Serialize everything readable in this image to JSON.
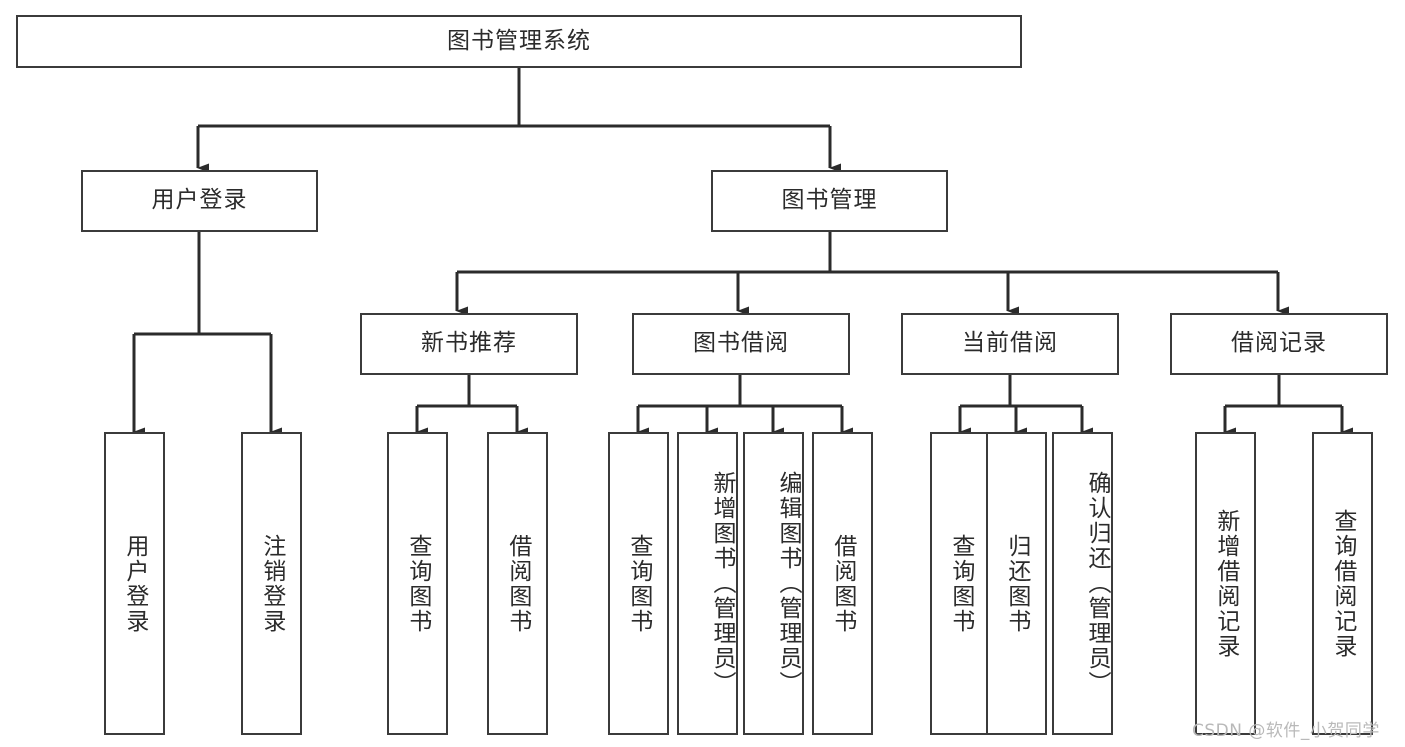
{
  "diagram": {
    "type": "tree-hierarchy-chart",
    "title": "图书管理系统",
    "orientation": "top-down",
    "colors": {
      "box_border": "#3b3b3b",
      "box_fill": "#ffffff",
      "connector": "#2b2b2b",
      "text": "#2b2b2b",
      "watermark": "#b9b9b9",
      "background": "#ffffff"
    }
  },
  "root": {
    "label": "图书管理系统"
  },
  "level2": [
    {
      "label": "用户登录"
    },
    {
      "label": "图书管理"
    }
  ],
  "level3": [
    {
      "label": "新书推荐"
    },
    {
      "label": "图书借阅"
    },
    {
      "label": "当前借阅"
    },
    {
      "label": "借阅记录"
    }
  ],
  "leaves": {
    "user_login": [
      {
        "label": "用户登录"
      },
      {
        "label": "注销登录"
      }
    ],
    "new_book_recommend": [
      {
        "label": "查询图书"
      },
      {
        "label": "借阅图书"
      }
    ],
    "book_borrow": [
      {
        "label": "查询图书"
      },
      {
        "label": "新增图书（管理员）"
      },
      {
        "label": "编辑图书（管理员）"
      },
      {
        "label": "借阅图书"
      }
    ],
    "current_borrow": [
      {
        "label": "查询图书"
      },
      {
        "label": "归还图书"
      },
      {
        "label": "确认归还（管理员）"
      }
    ],
    "borrow_record": [
      {
        "label": "新增借阅记录"
      },
      {
        "label": "查询借阅记录"
      }
    ]
  },
  "watermark": {
    "text": "CSDN @软件_小贺同学"
  }
}
